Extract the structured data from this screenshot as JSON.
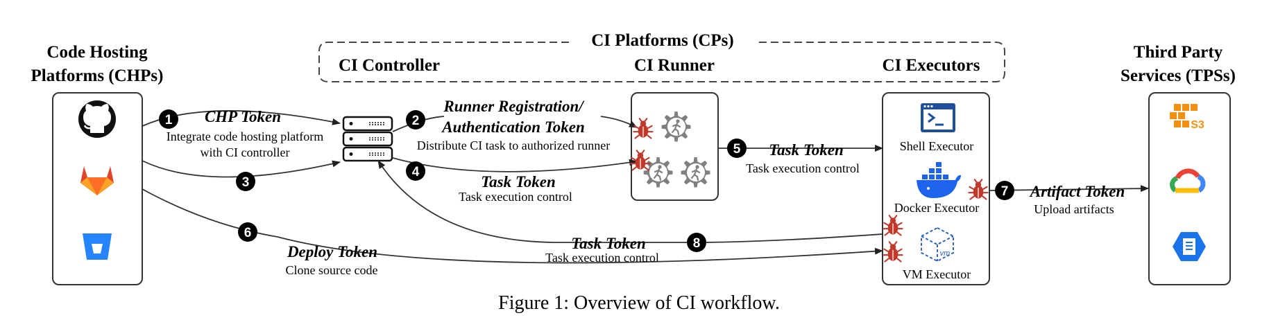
{
  "cp_group": {
    "title": "CI Platforms (CPs)"
  },
  "columns": {
    "chp": {
      "title_line1": "Code Hosting",
      "title_line2": "Platforms (CHPs)"
    },
    "controller": {
      "title": "CI Controller"
    },
    "runner": {
      "title": "CI Runner"
    },
    "executors": {
      "title": "CI Executors"
    },
    "tps": {
      "title_line1": "Third Party",
      "title_line2": "Services (TPSs)"
    }
  },
  "chp_icons": [
    "github-icon",
    "gitlab-icon",
    "bitbucket-icon"
  ],
  "tps_icons": [
    "aws-s3-icon",
    "google-cloud-icon",
    "cloud-storage-icon"
  ],
  "aws_label": "S3",
  "vm_icon_label": "vm",
  "executors": [
    {
      "label": "Shell Executor",
      "icon": "terminal-icon"
    },
    {
      "label": "Docker Executor",
      "icon": "docker-icon"
    },
    {
      "label": "VM Executor",
      "icon": "vm-cube-icon"
    }
  ],
  "flows": [
    {
      "num": "1",
      "title": "CHP Token",
      "desc_line1": "Integrate code hosting platform",
      "desc_line2": "with CI controller"
    },
    {
      "num": "2",
      "title_line1": "Runner Registration/",
      "title_line2": "Authentication Token",
      "desc": "Distribute CI task to authorized runner"
    },
    {
      "num": "3"
    },
    {
      "num": "4",
      "title": "Task Token",
      "desc": "Task execution control"
    },
    {
      "num": "5",
      "title": "Task Token",
      "desc": "Task execution control"
    },
    {
      "num": "6",
      "title": "Deploy Token",
      "desc": "Clone source code"
    },
    {
      "num": "7",
      "title": "Artifact Token",
      "desc": "Upload artifacts"
    },
    {
      "num": "8",
      "title": "Task Token",
      "desc": "Task execution control"
    }
  ],
  "caption": "Figure 1: Overview of CI workflow.",
  "colors": {
    "stroke": "#333333",
    "bug": "#c0392b",
    "gear": "#808080",
    "badge": "#000000",
    "github": "#111111",
    "gitlab": "#e2432a",
    "bitbucket": "#2684ff",
    "docker": "#1d63ed",
    "terminal": "#1f4e9c"
  }
}
